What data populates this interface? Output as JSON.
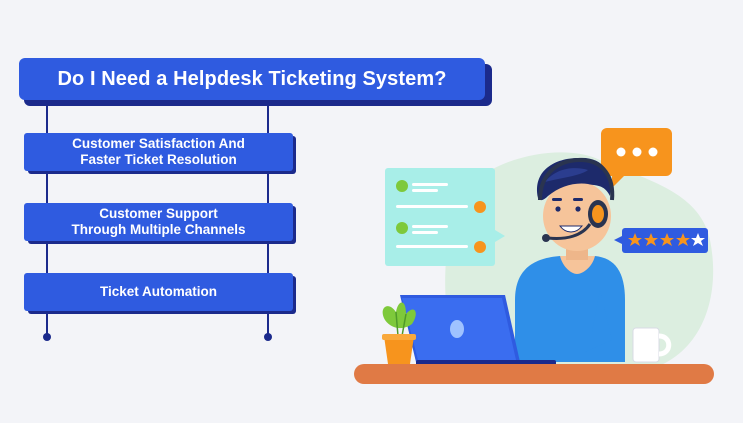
{
  "title": "Do I Need a Helpdesk Ticketing System?",
  "items": [
    {
      "line1": "Customer Satisfaction And",
      "line2": "Faster Ticket Resolution"
    },
    {
      "line1": "Customer Support",
      "line2": "Through Multiple Channels"
    },
    {
      "line1": "Ticket Automation",
      "line2": ""
    }
  ],
  "rating": {
    "stars": 5,
    "filled": 4
  },
  "colors": {
    "brand_blue": "#2f5be0",
    "navy": "#1b2a8c",
    "orange": "#f7941d",
    "green": "#7ec93b",
    "mint_bg": "#dceee0"
  },
  "icons": [
    "chat-bubble-icon",
    "headset-icon",
    "laptop-icon",
    "plant-icon",
    "mug-icon",
    "star-icon"
  ]
}
